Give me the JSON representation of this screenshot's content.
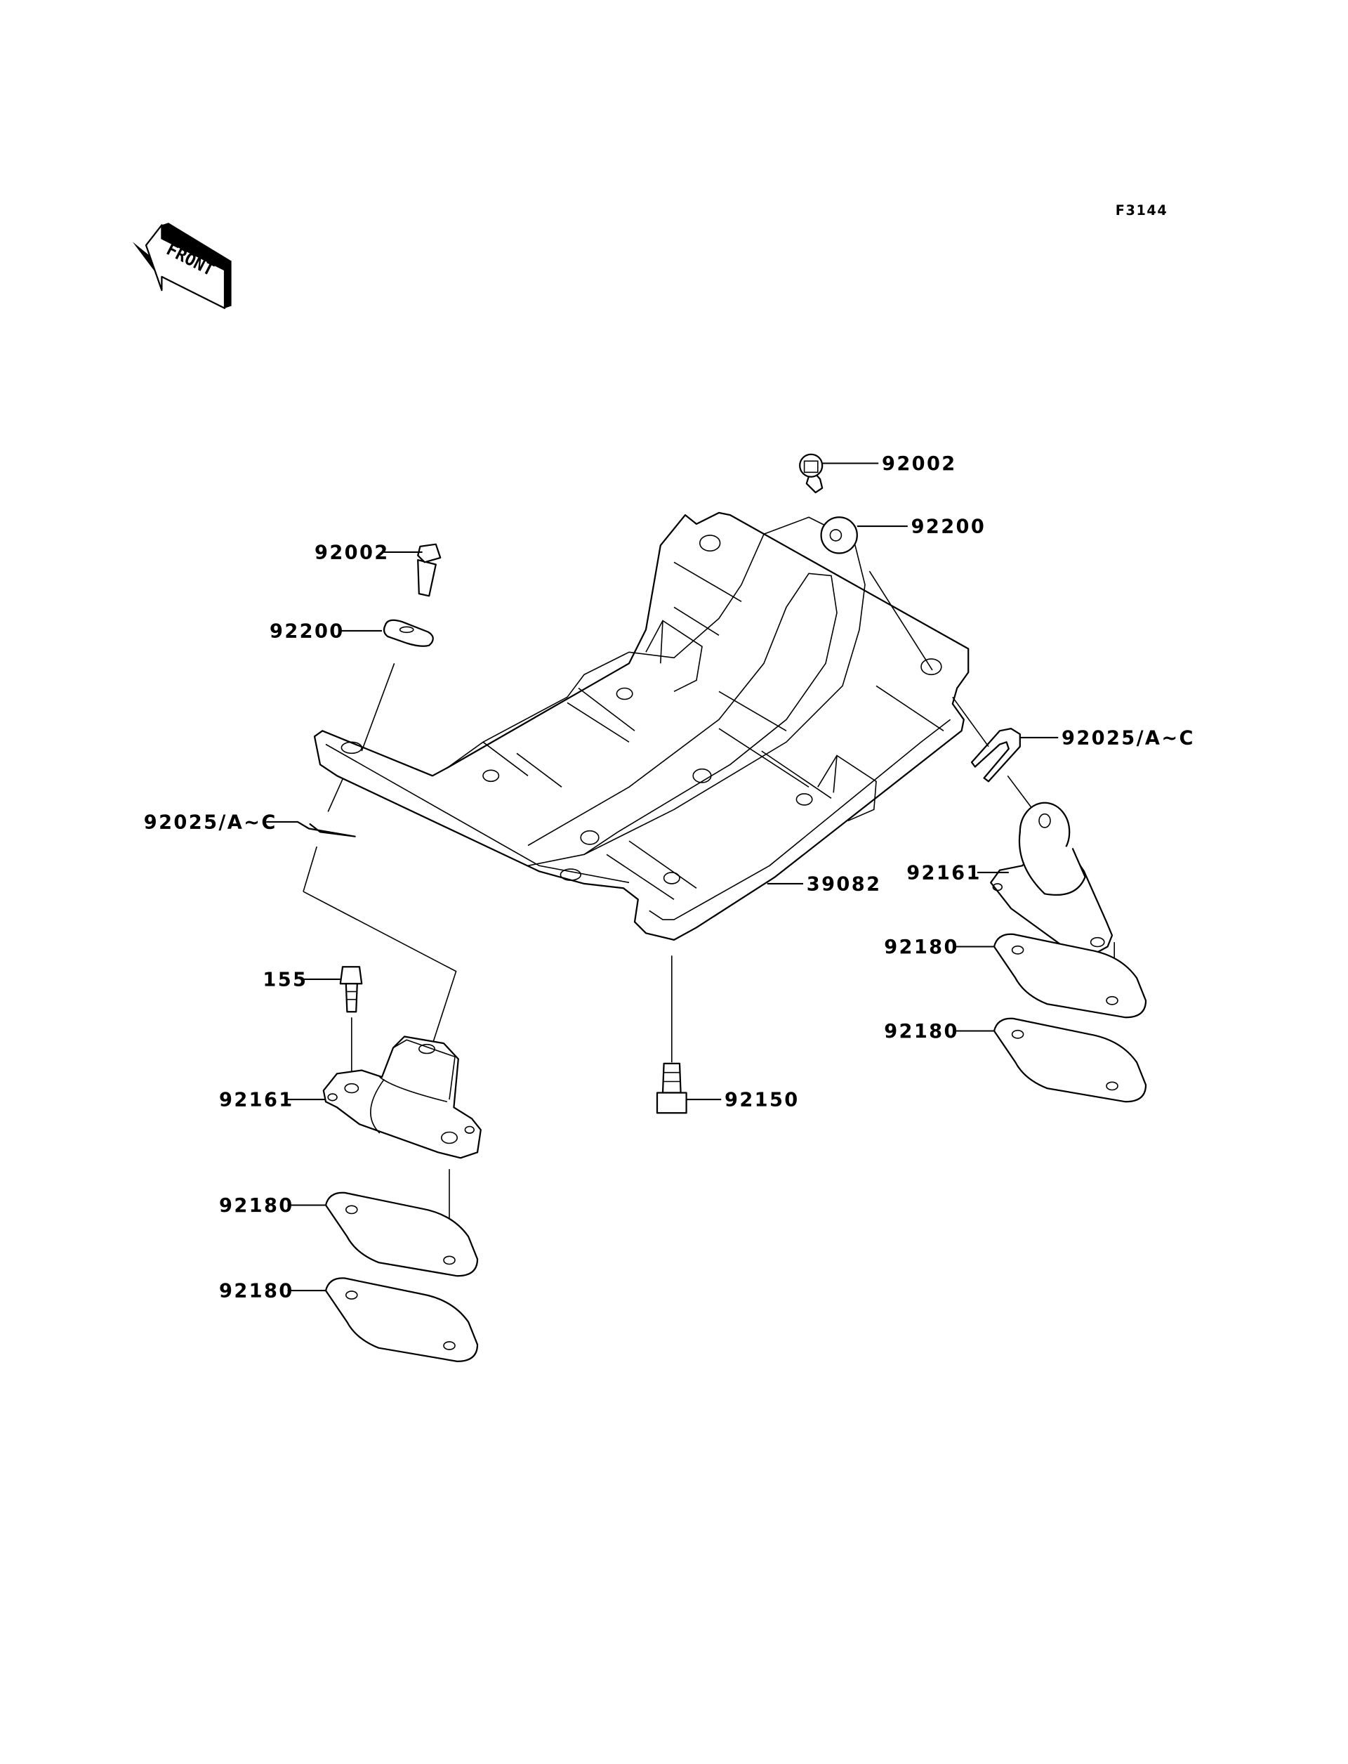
{
  "figure_id": "F3144",
  "direction_marker": {
    "label": "FRONT",
    "icon": "arrow-left-3d-icon"
  },
  "accent_color": "#000000",
  "background_color": "#ffffff",
  "callouts": {
    "bolt_top_right": "92002",
    "washer_top_right": "92200",
    "bolt_top_left": "92002",
    "washer_top_left": "92200",
    "clip_left": "92025/A~C",
    "clip_right": "92025/A~C",
    "skid_plate": "39082",
    "mount_right": "92161",
    "shim_right_upper": "92180",
    "shim_right_lower": "92180",
    "bolt_mount_left": "155",
    "mount_left": "92161",
    "bolt_bottom_center": "92150",
    "shim_left_upper": "92180",
    "shim_left_lower": "92180"
  }
}
